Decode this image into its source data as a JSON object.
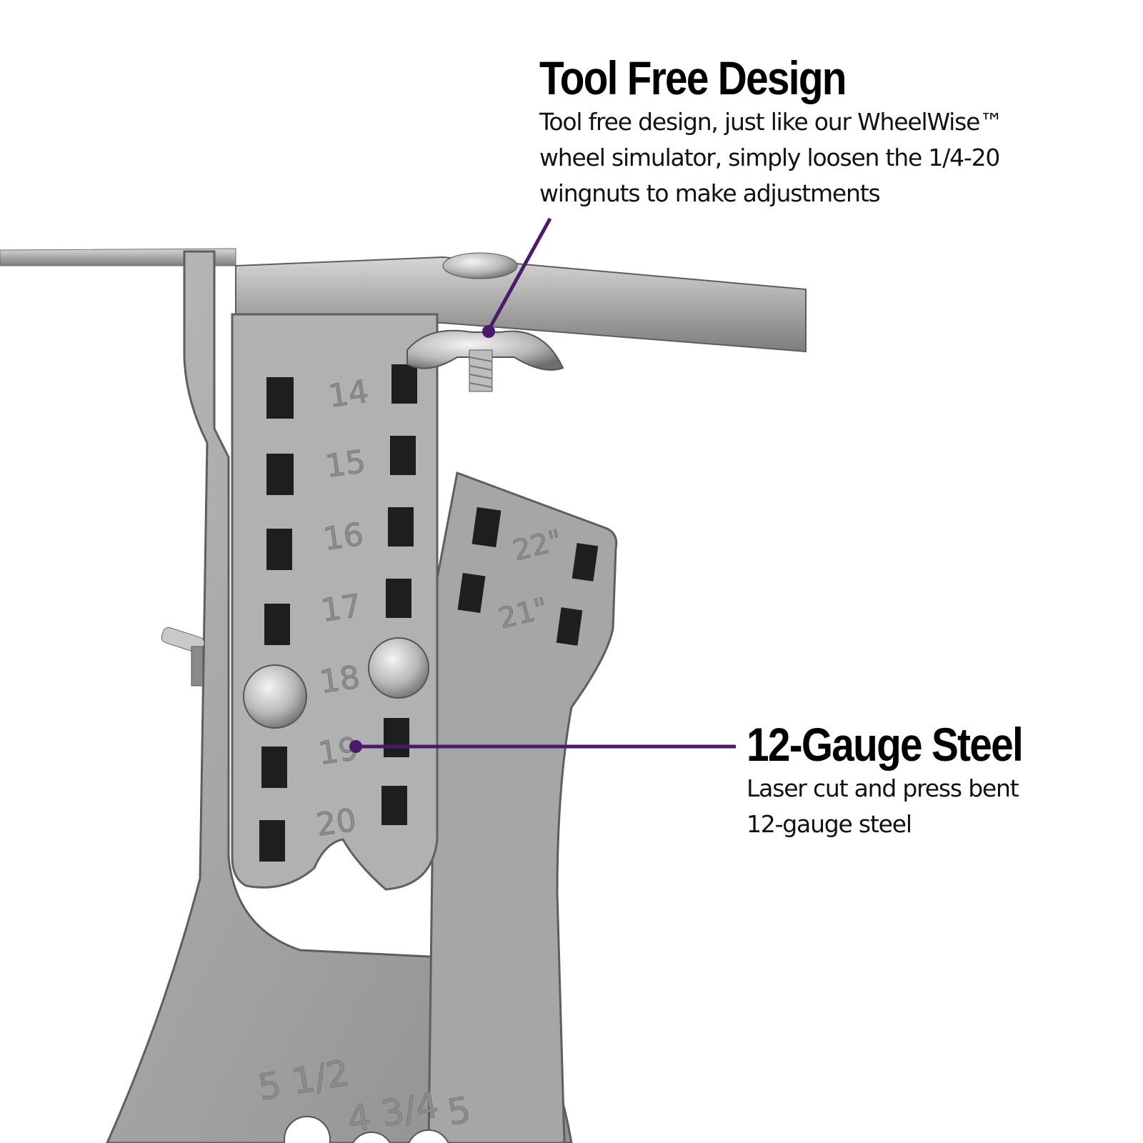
{
  "callouts": [
    {
      "title": "Tool Free Design",
      "lines": [
        "Tool free design, just like our WheelWise™",
        "wheel simulator, simply loosen the 1/4-20",
        "wingnuts to make adjustments"
      ]
    },
    {
      "title": "12-Gauge Steel",
      "lines": [
        "Laser cut and press bent",
        "12-gauge steel"
      ]
    }
  ],
  "accent_color": "#4a1a6b",
  "product_stamps": {
    "size_marks": [
      "14",
      "15",
      "16",
      "17",
      "18",
      "19",
      "20"
    ],
    "plate_marks": [
      "22\"",
      "21\""
    ],
    "bottom_marks": [
      "5 1/2",
      "4 3/4",
      "5"
    ]
  }
}
